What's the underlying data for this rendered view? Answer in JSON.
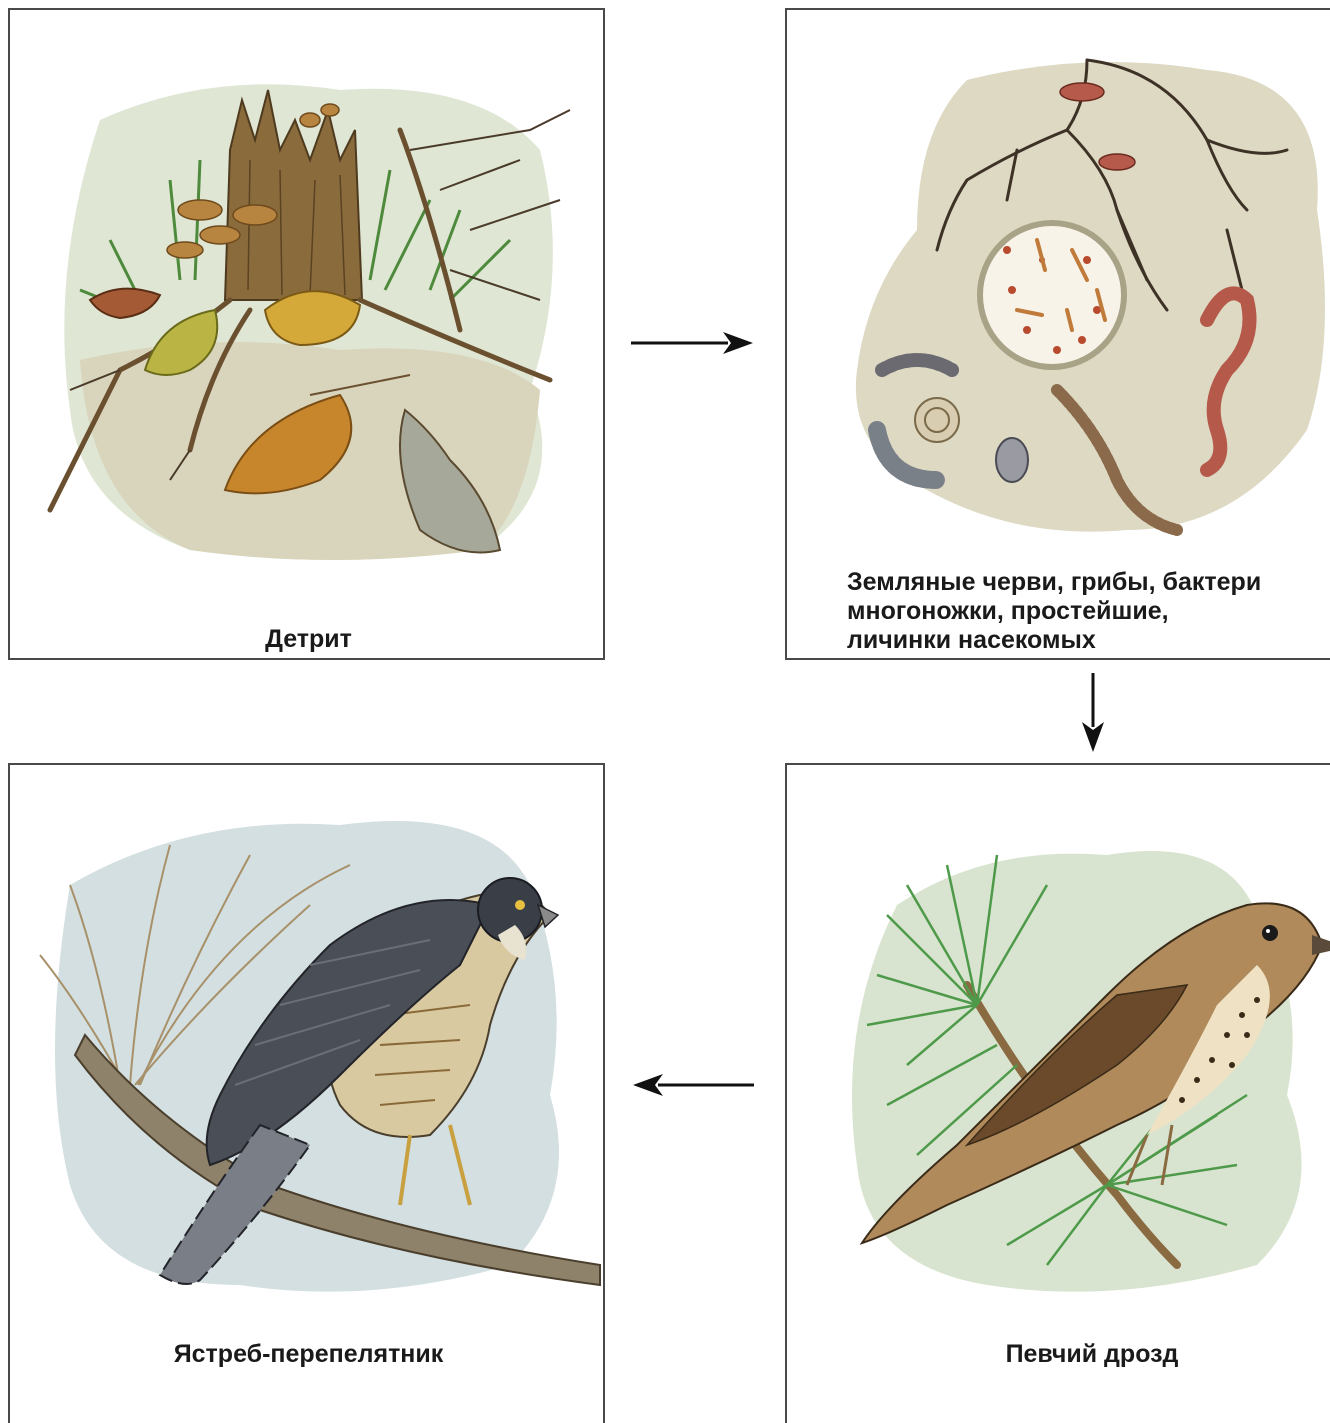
{
  "panels": {
    "detritus": {
      "caption": "Детрит"
    },
    "decomposers": {
      "caption": "Земляные черви, грибы, бактери\nмногоножки, простейшие,\nличинки насекомых"
    },
    "thrush": {
      "caption": "Певчий дрозд"
    },
    "hawk": {
      "caption": "Ястреб-перепелятник"
    }
  },
  "arrows": [
    {
      "from": "detritus",
      "to": "decomposers",
      "direction": "right"
    },
    {
      "from": "decomposers",
      "to": "thrush",
      "direction": "down"
    },
    {
      "from": "thrush",
      "to": "hawk",
      "direction": "left"
    }
  ],
  "colors": {
    "border": "#4a4a4a",
    "arrow": "#111111",
    "wash_green": "#d8e4cf",
    "wash_blue": "#cfdde0",
    "wash_soil": "#dcd8c0"
  }
}
